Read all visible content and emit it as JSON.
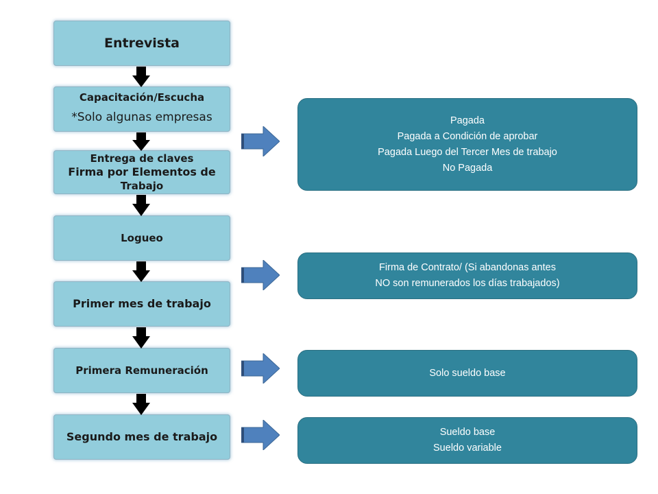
{
  "steps": [
    {
      "lines": [
        "Entrevista"
      ]
    },
    {
      "lines": [
        "Capacitación/Escucha",
        "*Solo algunas empresas"
      ]
    },
    {
      "lines": [
        "Entrega de claves",
        "Firma por Elementos de",
        "Trabajo"
      ]
    },
    {
      "lines": [
        "Logueo"
      ]
    },
    {
      "lines": [
        "Primer mes de trabajo"
      ]
    },
    {
      "lines": [
        "Primera Remuneración"
      ]
    },
    {
      "lines": [
        "Segundo mes de trabajo"
      ]
    }
  ],
  "notes": [
    {
      "lines": [
        "Pagada",
        "Pagada a Condición de aprobar",
        "Pagada Luego del Tercer Mes de trabajo",
        "No Pagada"
      ]
    },
    {
      "lines": [
        "Firma de Contrato/ (Si abandonas antes",
        "NO son remunerados los días trabajados)"
      ]
    },
    {
      "lines": [
        "Solo sueldo base"
      ]
    },
    {
      "lines": [
        "Sueldo base",
        "Sueldo variable"
      ]
    }
  ],
  "colors": {
    "step_fill": "#92cddc",
    "note_fill": "#31859c",
    "arrow_down": "#000000",
    "arrow_right": "#4f81bd"
  }
}
